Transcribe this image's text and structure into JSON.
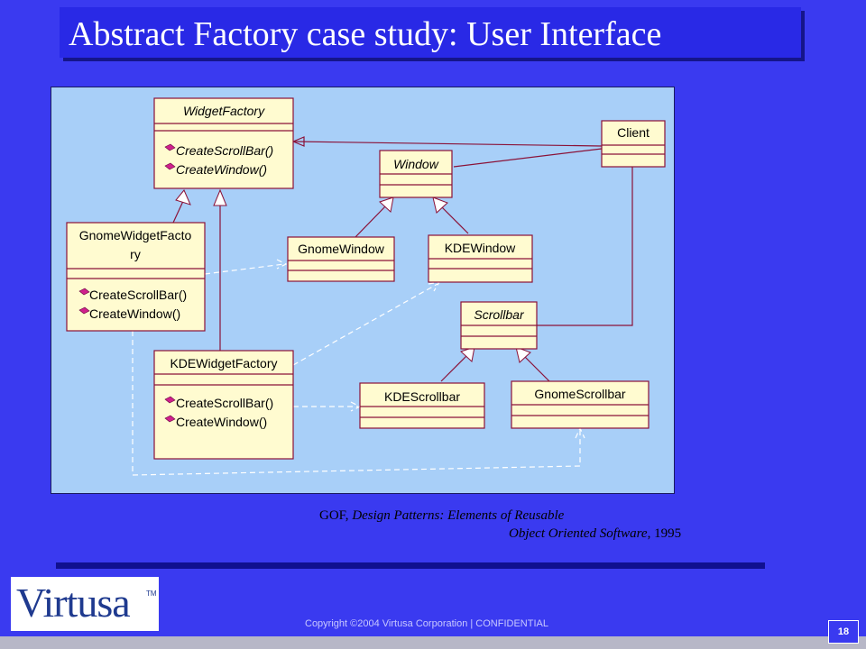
{
  "slide": {
    "title": "Abstract Factory case study: User Interface",
    "page_number": "18",
    "copyright": "Copyright ©2004 Virtusa Corporation | CONFIDENTIAL",
    "logo": "Virtusa",
    "logo_tm": "TM"
  },
  "citation": {
    "author": "GOF,",
    "title_part1": "Design Patterns: Elements of Reusable",
    "title_part2": "Object Oriented Software",
    "year": ", 1995"
  },
  "diagram": {
    "classes": {
      "widget_factory": {
        "name": "WidgetFactory",
        "op1": "CreateScrollBar()",
        "op2": "CreateWindow()"
      },
      "gnome_widget_factory": {
        "name_line1": "GnomeWidgetFacto",
        "name_line2": "ry",
        "op1": "CreateScrollBar()",
        "op2": "CreateWindow()"
      },
      "kde_widget_factory": {
        "name": "KDEWidgetFactory",
        "op1": "CreateScrollBar()",
        "op2": "CreateWindow()"
      },
      "window": {
        "name": "Window"
      },
      "gnome_window": {
        "name": "GnomeWindow"
      },
      "kde_window": {
        "name": "KDEWindow"
      },
      "client": {
        "name": "Client"
      },
      "scrollbar": {
        "name": "Scrollbar"
      },
      "kde_scrollbar": {
        "name": "KDEScrollbar"
      },
      "gnome_scrollbar": {
        "name": "GnomeScrollbar"
      }
    }
  },
  "colors": {
    "background": "#3a3af0",
    "diagram_bg": "#a8cff8",
    "class_fill": "#fffbd0",
    "class_border": "#8a1238"
  }
}
